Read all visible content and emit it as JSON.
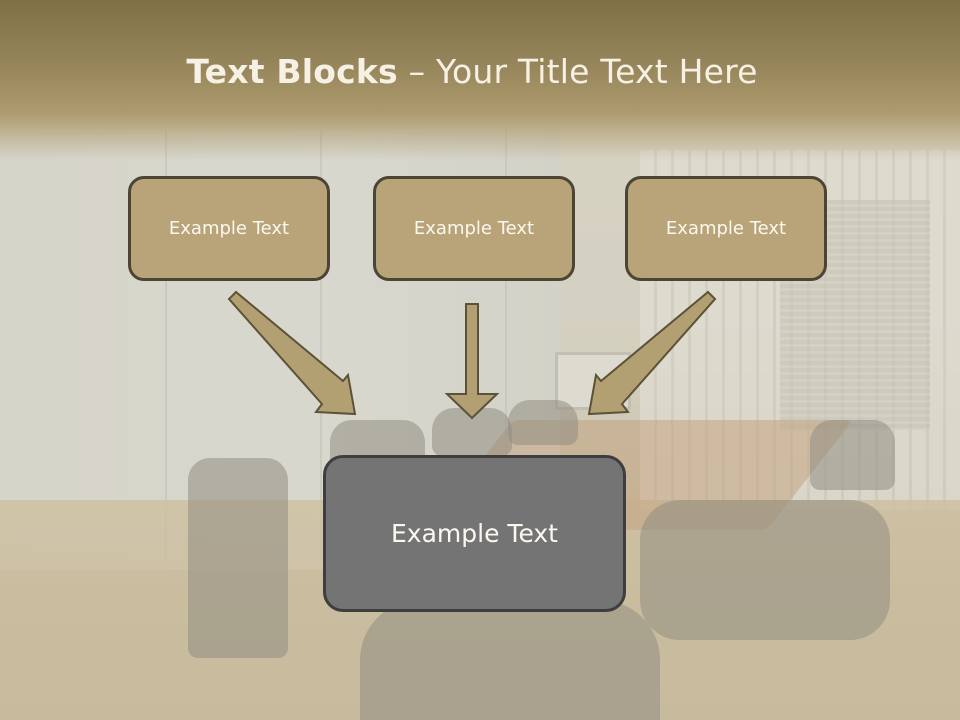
{
  "slide": {
    "title_bold": "Text Blocks",
    "title_separator": " – ",
    "title_rest": "Your Title Text Here",
    "boxes": [
      {
        "label": "Example Text"
      },
      {
        "label": "Example Text"
      },
      {
        "label": "Example Text"
      }
    ],
    "main_box": {
      "label": "Example Text"
    }
  },
  "colors": {
    "banner": "#8c7c52",
    "box_fill": "#b9a479",
    "box_border": "#4b4536",
    "main_box_fill": "#747474",
    "arrow_fill": "#b3a072",
    "title_text": "#f6f1e4"
  },
  "icons": [
    "arrow-down-right",
    "arrow-down",
    "arrow-down-left"
  ]
}
